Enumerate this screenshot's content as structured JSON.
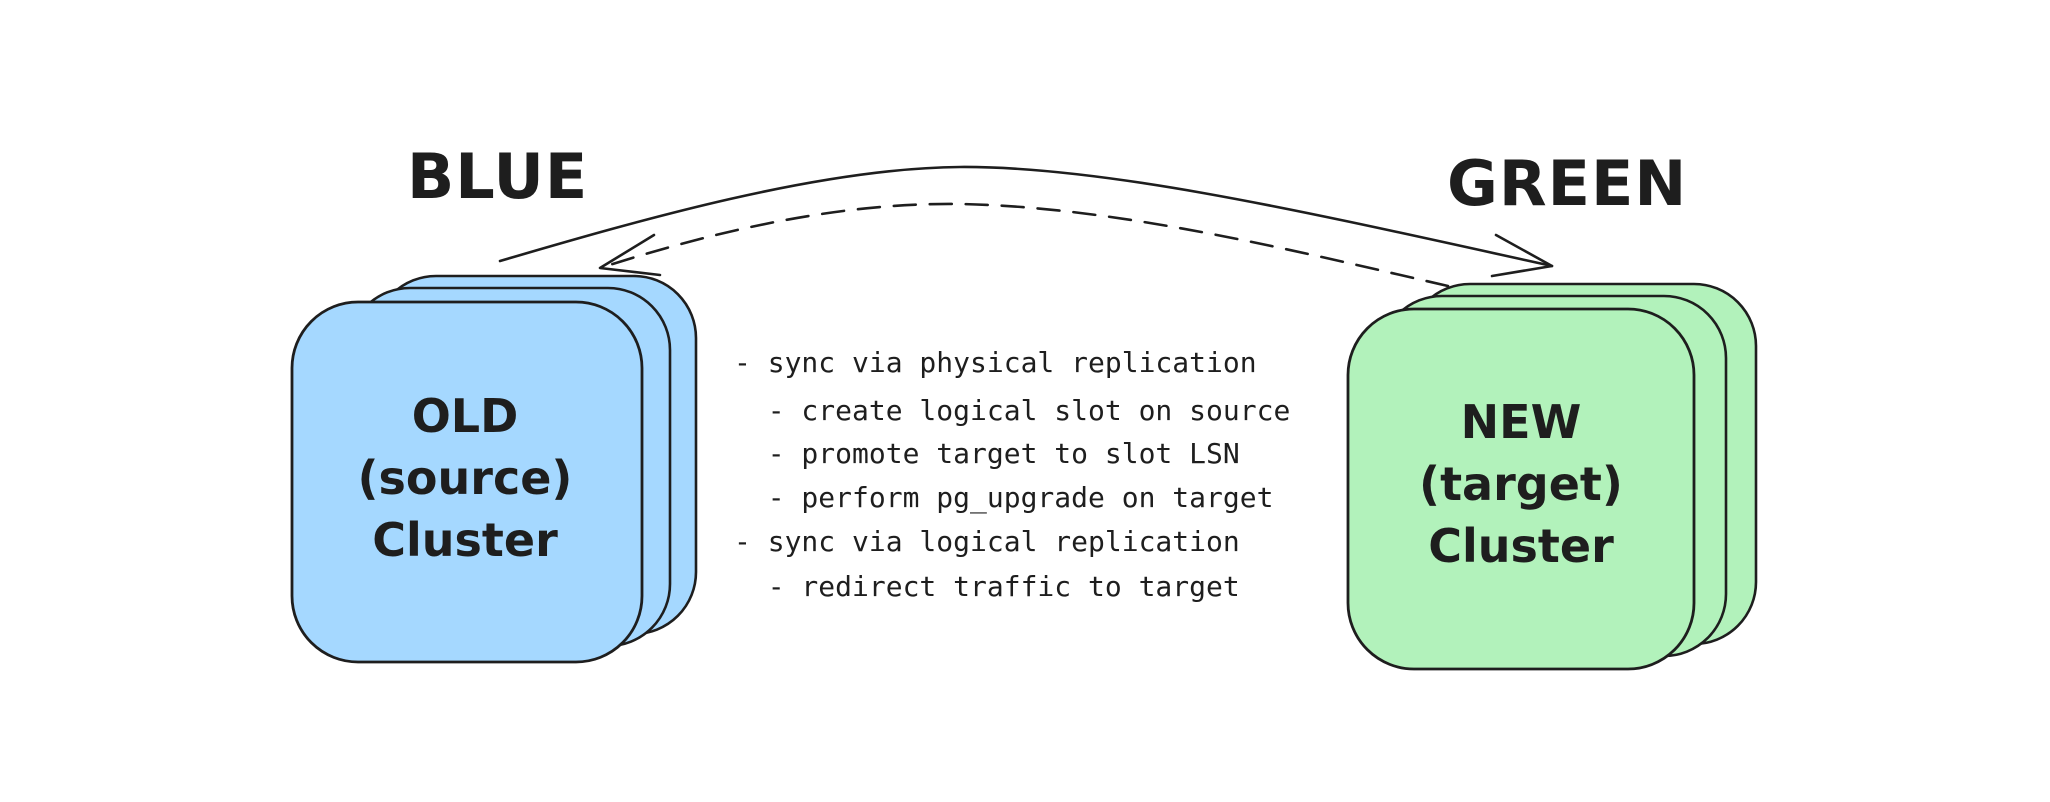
{
  "labels": {
    "blue": "BLUE",
    "green": "GREEN"
  },
  "old_cluster": {
    "line1": "OLD",
    "line2": "(source)",
    "line3": "Cluster",
    "color": "#a5d8ff"
  },
  "new_cluster": {
    "line1": "NEW",
    "line2": "(target)",
    "line3": "Cluster",
    "color": "#b2f2bb"
  },
  "steps": [
    "- sync via physical replication",
    "  - create logical slot on source",
    "  - promote target to slot LSN",
    "  - perform pg_upgrade on target",
    "- sync via logical replication",
    "  - redirect traffic to target"
  ],
  "colors": {
    "stroke": "#1e1e1e",
    "background": "#ffffff"
  }
}
